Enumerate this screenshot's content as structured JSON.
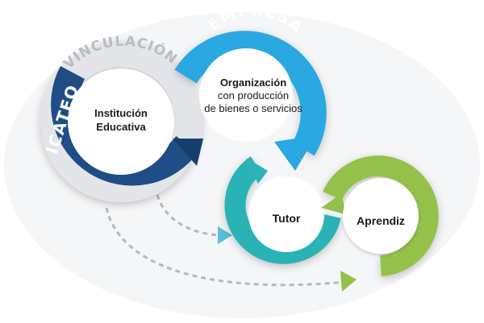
{
  "diagram": {
    "rings": {
      "icateq": {
        "label": "ICATEQ",
        "color": "#1f4e86",
        "shadow_color": "#173d6b"
      },
      "vinculacion": {
        "label": "VINCULACIÓN",
        "color": "#e3e5e8"
      },
      "empresa": {
        "label": "EMPRESA",
        "color": "#29a8e2"
      },
      "tutor": {
        "color": "#2bb3b5"
      },
      "aprendiz": {
        "color": "#93c14a"
      }
    },
    "nodes": {
      "institucion": {
        "line1": "Institución",
        "line2": "Educativa"
      },
      "organizacion": {
        "line1": "Organización",
        "line2": "con producción",
        "line3": "de bienes o servicios"
      },
      "tutor": {
        "label": "Tutor"
      },
      "aprendiz": {
        "label": "Aprendiz"
      }
    },
    "connectors": {
      "dash_color": "#b5b8bc",
      "arrow_to_tutor_color": "#57bfd9",
      "arrow_to_aprendiz_color": "#93c14a"
    }
  }
}
